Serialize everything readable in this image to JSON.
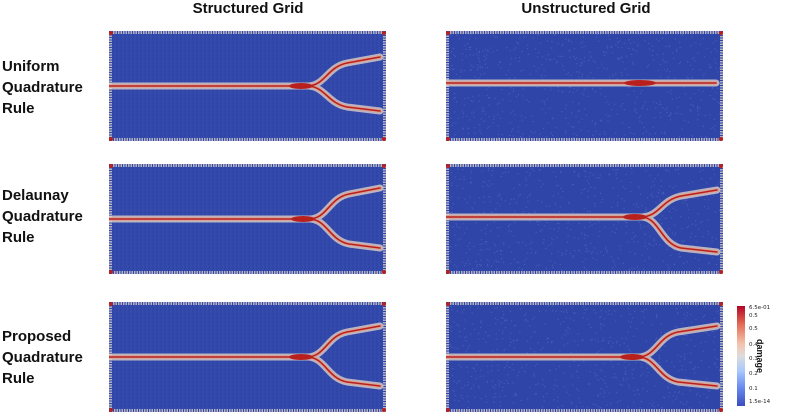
{
  "columns": {
    "structured": "Structured Grid",
    "unstructured": "Unstructured Grid"
  },
  "rows": [
    {
      "line1": "Uniform",
      "line2": "Quadrature",
      "line3": "Rule"
    },
    {
      "line1": "Delaunay",
      "line2": "Quadrature",
      "line3": "Rule"
    },
    {
      "line1": "Proposed",
      "line2": "Quadrature",
      "line3": "Rule"
    }
  ],
  "colorbar": {
    "title": "damage",
    "ticks": [
      "6.5e-01",
      "0.5",
      "0.5",
      "0.4",
      "0.3",
      "0.2",
      "0.1",
      "1.5e-14"
    ],
    "colors": {
      "high": "#b40426",
      "mid": "#dddcdc",
      "low": "#3b4cc0"
    }
  },
  "colors": {
    "background": "#2f45a8",
    "crack": "#b8201e",
    "halo": "#e8d8c8"
  }
}
